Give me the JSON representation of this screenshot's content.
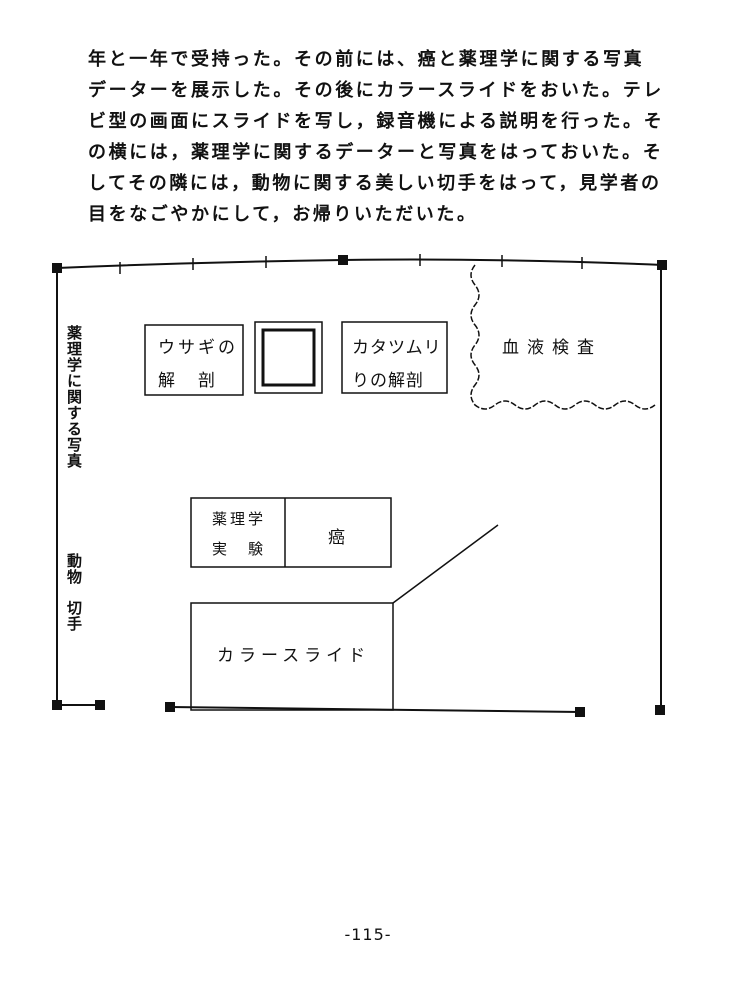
{
  "body_text": [
    "年と一年で受持った。その前には、癌と薬理学に関する写真",
    "データーを展示した。その後にカラースライドをおいた。テレ",
    "ビ型の画面にスライドを写し，録音機による説明を行った。そ",
    "の横には，薬理学に関するデーターと写真をはっておいた。そ",
    "してその隣には，動物に関する美しい切手をはって，見学者の",
    "目をなごやかにして，お帰りいただいた。"
  ],
  "floor_plan": {
    "rabbit": [
      "ウサギの",
      "解　剖"
    ],
    "snail": [
      "カタツムリ",
      "りの解剖"
    ],
    "blood_test": "血液検査",
    "pharmacology_exp": [
      "薬理学",
      "実　験"
    ],
    "cancer": "癌",
    "color_slide": "カラースライド",
    "wall_photos": "薬理学に関する写真",
    "stamps": [
      "動物",
      "切手"
    ]
  },
  "page_number": "-115-"
}
